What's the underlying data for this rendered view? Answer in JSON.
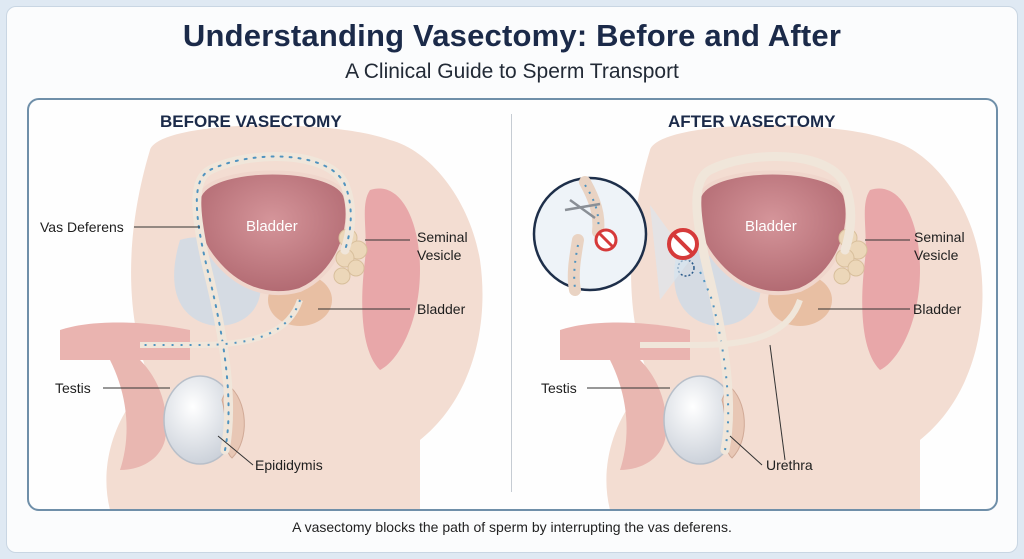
{
  "header": {
    "title": "Understanding Vasectomy: Before and After",
    "subtitle": "A Clinical Guide to Sperm Transport"
  },
  "before": {
    "heading": "BEFORE VASECTOMY",
    "labels": {
      "vas_deferens": "Vas Deferens",
      "bladder_organ": "Bladder",
      "seminal_vesicle_line1": "Seminal",
      "seminal_vesicle_line2": "Vesicle",
      "bladder": "Bladder",
      "testis": "Testis",
      "epididymis": "Epididymis"
    }
  },
  "after": {
    "heading": "AFTER VASECTOMY",
    "labels": {
      "bladder_organ": "Bladder",
      "seminal_vesicle_line1": "Seminal",
      "seminal_vesicle_line2": "Vesicle",
      "bladder": "Bladder",
      "testis": "Testis",
      "urethra": "Urethra"
    }
  },
  "caption": "A vasectomy blocks the path of sperm by interrupting the vas deferens.",
  "colors": {
    "title": "#1b2a49",
    "border": "#6f8fa9",
    "skin": "#f2d8cc",
    "bladder": "#c97f86",
    "tissue_pink": "#e7a9ac",
    "vas_deferens": "#f0e6da",
    "sperm_dots": "#4f93bf",
    "block_red": "#d63a3a",
    "testis": "#dfe3ea"
  },
  "icons": {
    "block_symbol": "no-entry-icon",
    "cut_tie": "ligature-clip-icon"
  }
}
